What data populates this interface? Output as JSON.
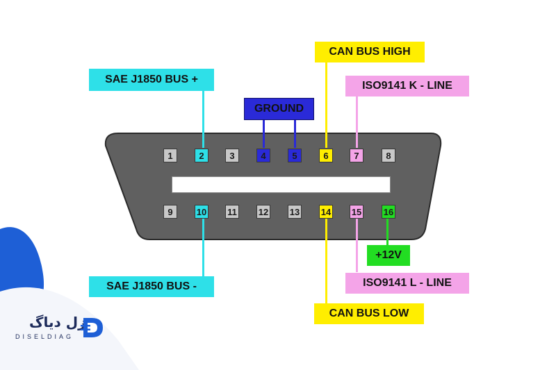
{
  "connector": {
    "top_pins": [
      "1",
      "2",
      "3",
      "4",
      "5",
      "6",
      "7",
      "8"
    ],
    "bottom_pins": [
      "9",
      "10",
      "11",
      "12",
      "13",
      "14",
      "15",
      "16"
    ]
  },
  "labels": {
    "can_high": "CAN BUS HIGH",
    "sae_plus": "SAE J1850 BUS +",
    "iso_k": "ISO9141 K - LINE",
    "ground": "GROUND",
    "plus12": "+12V",
    "sae_minus": "SAE J1850 BUS -",
    "iso_l": "ISO9141 L - LINE",
    "can_low": "CAN BUS LOW"
  },
  "colors": {
    "cyan": "#2ee0e8",
    "blue": "#2a2ad8",
    "yellow": "#ffee00",
    "pink": "#f4a4e8",
    "green": "#22dd22",
    "gray": "#c8c8c8",
    "connector": "#606060",
    "brand": "#1e5fd6"
  },
  "logo": {
    "fa": "دیزل دیاگ",
    "en": "DISELDIAG",
    "icon": "diseldiag-logo-icon"
  }
}
